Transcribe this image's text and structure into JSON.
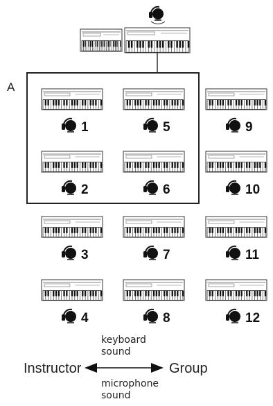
{
  "group_box": {
    "label": "A"
  },
  "stations": [
    {
      "number": "1"
    },
    {
      "number": "2"
    },
    {
      "number": "3"
    },
    {
      "number": "4"
    },
    {
      "number": "5"
    },
    {
      "number": "6"
    },
    {
      "number": "7"
    },
    {
      "number": "8"
    },
    {
      "number": "9"
    },
    {
      "number": "10"
    },
    {
      "number": "11"
    },
    {
      "number": "12"
    }
  ],
  "legend": {
    "source": "Instructor",
    "target": "Group",
    "above_arrow": "keyboard\nsound",
    "below_arrow": "microphone\nsound"
  }
}
